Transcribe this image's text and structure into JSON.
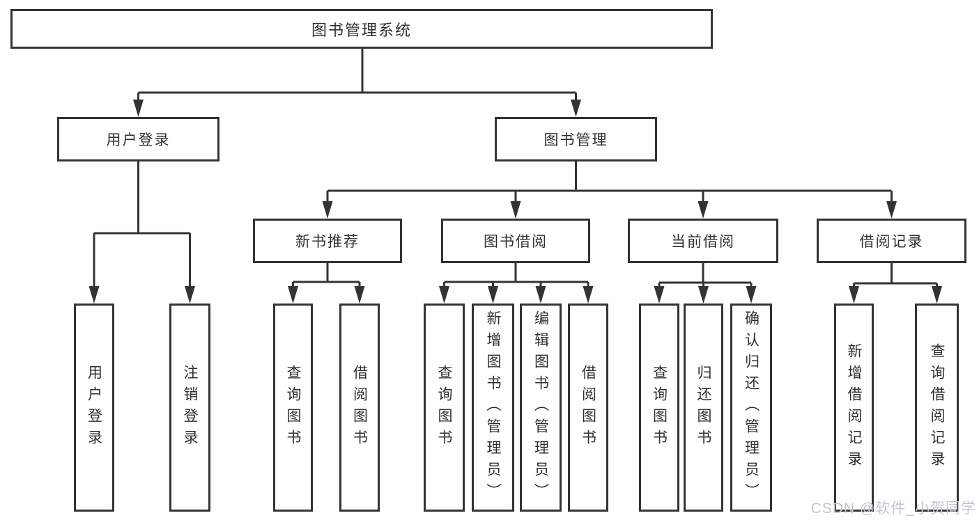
{
  "diagram_title": "图书管理系统",
  "tree": {
    "root": {
      "label": "图书管理系统"
    },
    "user_login": {
      "label": "用户登录",
      "children": [
        {
          "label": "用户登录"
        },
        {
          "label": "注销登录"
        }
      ]
    },
    "book_mgmt": {
      "label": "图书管理",
      "sections": [
        {
          "label": "新书推荐",
          "children": [
            {
              "label": "查询图书"
            },
            {
              "label": "借阅图书"
            }
          ]
        },
        {
          "label": "图书借阅",
          "children": [
            {
              "label": "查询图书"
            },
            {
              "label": "新增图书（管理员）"
            },
            {
              "label": "编辑图书（管理员）"
            },
            {
              "label": "借阅图书"
            }
          ]
        },
        {
          "label": "当前借阅",
          "children": [
            {
              "label": "查询图书"
            },
            {
              "label": "归还图书"
            },
            {
              "label": "确认归还（管理员）"
            }
          ]
        },
        {
          "label": "借阅记录",
          "children": [
            {
              "label": "新增借阅记录"
            },
            {
              "label": "查询借阅记录"
            }
          ]
        }
      ]
    }
  },
  "watermark": {
    "text": "CSDN @软件_小贺同学"
  },
  "colors": {
    "line": "#333333",
    "ink": "#2f2f2f",
    "background": "#ffffff",
    "watermark": "#c2c6cf"
  }
}
